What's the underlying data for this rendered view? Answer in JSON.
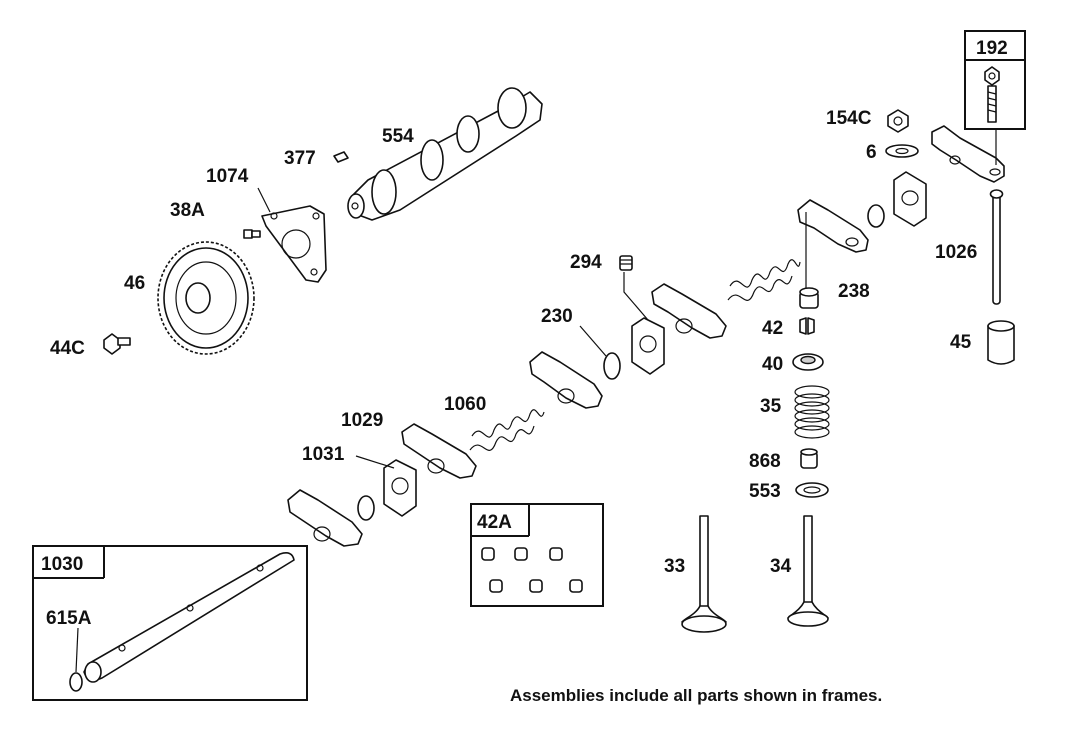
{
  "parts": {
    "p192": "192",
    "p154C": "154C",
    "p6": "6",
    "p1026": "1026",
    "p238": "238",
    "p42": "42",
    "p40": "40",
    "p35": "35",
    "p868": "868",
    "p553": "553",
    "p45": "45",
    "p554": "554",
    "p377": "377",
    "p1074": "1074",
    "p38A": "38A",
    "p46": "46",
    "p44C": "44C",
    "p294": "294",
    "p230": "230",
    "p1060": "1060",
    "p1029": "1029",
    "p1031": "1031",
    "p42A": "42A",
    "p1030": "1030",
    "p615A": "615A",
    "p33": "33",
    "p34": "34"
  },
  "footnote": "Assemblies include all parts shown in frames."
}
